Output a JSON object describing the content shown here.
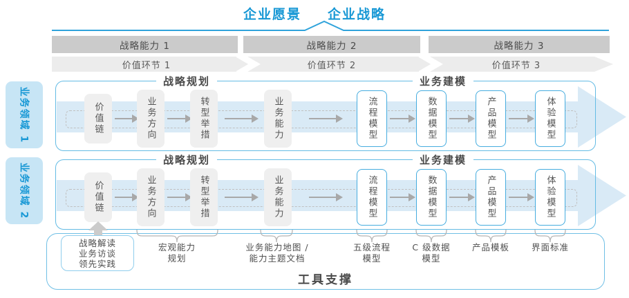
{
  "title": {
    "vision": "企业愿景",
    "strategy": "企业战略"
  },
  "capability_bars": [
    "战略能力 1",
    "战略能力 2",
    "战略能力 3"
  ],
  "value_links": [
    "价值环节 1",
    "价值环节 2",
    "价值环节 3"
  ],
  "domains": [
    "业务领域 1",
    "业务领域 2"
  ],
  "panel": {
    "planning_header": "战略规划",
    "modeling_header": "业务建模",
    "boxes": [
      {
        "label": "价值链",
        "type": "gray"
      },
      {
        "label": "业务方向",
        "type": "gray"
      },
      {
        "label": "转型举措",
        "type": "gray"
      },
      {
        "label": "业务能力",
        "type": "gray"
      },
      {
        "label": "流程模型",
        "type": "blue"
      },
      {
        "label": "数据模型",
        "type": "blue"
      },
      {
        "label": "产品模型",
        "type": "blue"
      },
      {
        "label": "体验模型",
        "type": "blue"
      }
    ]
  },
  "annotations": {
    "practice_box": [
      "战略解读",
      "业务访谈",
      "领先实践"
    ],
    "items": [
      {
        "lines": [
          "宏观能力",
          "规划"
        ]
      },
      {
        "lines": [
          "业务能力地图 /",
          "能力主题文档"
        ]
      },
      {
        "lines": [
          "五级流程",
          "模型"
        ]
      },
      {
        "lines": [
          "C 级数据",
          "模型"
        ]
      },
      {
        "lines": [
          "产品模板"
        ]
      },
      {
        "lines": [
          "界面标准"
        ]
      }
    ]
  },
  "tool_support": "工具支撑",
  "colors": {
    "accent_blue": "#1898D5",
    "line_blue": "#2FA3DB",
    "panel_border": "#63BBE4",
    "box_border_blue": "#45ACDF",
    "block_arrow_fill": "#D9EAF6",
    "capability_bar_fill": "#CBCBCB",
    "value_band_fill": "#ECECEC",
    "gray_box_fill": "#EFEFEF",
    "domain_label_fill": "#C7E5F5"
  }
}
